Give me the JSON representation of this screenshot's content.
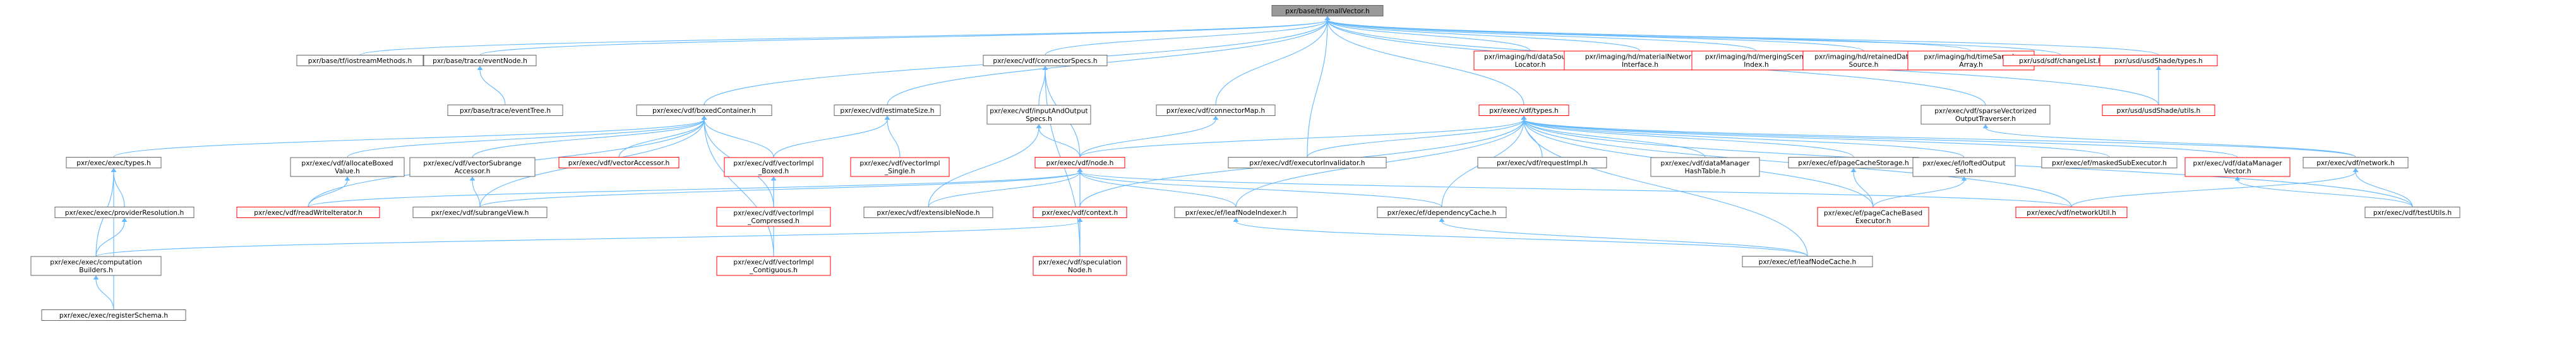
{
  "colors": {
    "edge": "#63b8ff",
    "focus_fill": "#999999",
    "focus_border": "#666666",
    "normal_fill": "#ffffff",
    "normal_border": "#666666",
    "external_border": "#ff0000"
  },
  "nodes": [
    {
      "id": "smallvector",
      "lines": [
        "pxr/base/tf/smallVector.h"
      ],
      "style": "focus"
    },
    {
      "id": "istream",
      "lines": [
        "pxr/base/tf/iostreamMethods.h"
      ],
      "style": "normal"
    },
    {
      "id": "eventnode",
      "lines": [
        "pxr/base/trace/eventNode.h"
      ],
      "style": "normal"
    },
    {
      "id": "eventtree",
      "lines": [
        "pxr/base/trace/eventTree.h"
      ],
      "style": "normal"
    },
    {
      "id": "connspecs",
      "lines": [
        "pxr/exec/vdf/connectorSpecs.h"
      ],
      "style": "normal"
    },
    {
      "id": "dslocator",
      "lines": [
        "pxr/imaging/hd/dataSource",
        "Locator.h"
      ],
      "style": "external"
    },
    {
      "id": "matnet",
      "lines": [
        "pxr/imaging/hd/materialNetwork",
        "Interface.h"
      ],
      "style": "external"
    },
    {
      "id": "mergscene",
      "lines": [
        "pxr/imaging/hd/mergingScene",
        "Index.h"
      ],
      "style": "external"
    },
    {
      "id": "retained",
      "lines": [
        "pxr/imaging/hd/retainedData",
        "Source.h"
      ],
      "style": "external"
    },
    {
      "id": "timesample",
      "lines": [
        "pxr/imaging/hd/timeSample",
        "Array.h"
      ],
      "style": "external"
    },
    {
      "id": "changelist",
      "lines": [
        "pxr/usd/sdf/changeList.h"
      ],
      "style": "external"
    },
    {
      "id": "usdshadetypes",
      "lines": [
        "pxr/usd/usdShade/types.h"
      ],
      "style": "external"
    },
    {
      "id": "boxedcont",
      "lines": [
        "pxr/exec/vdf/boxedContainer.h"
      ],
      "style": "normal"
    },
    {
      "id": "estsize",
      "lines": [
        "pxr/exec/vdf/estimateSize.h"
      ],
      "style": "normal"
    },
    {
      "id": "inoutspecs",
      "lines": [
        "pxr/exec/vdf/inputAndOutput",
        "Specs.h"
      ],
      "style": "normal"
    },
    {
      "id": "connmap",
      "lines": [
        "pxr/exec/vdf/connectorMap.h"
      ],
      "style": "normal"
    },
    {
      "id": "vdftypes",
      "lines": [
        "pxr/exec/vdf/types.h"
      ],
      "style": "external"
    },
    {
      "id": "sparsevec",
      "lines": [
        "pxr/exec/vdf/sparseVectorized",
        "OutputTraverser.h"
      ],
      "style": "normal"
    },
    {
      "id": "usdshadeutils",
      "lines": [
        "pxr/usd/usdShade/utils.h"
      ],
      "style": "external"
    },
    {
      "id": "exectypes",
      "lines": [
        "pxr/exec/exec/types.h"
      ],
      "style": "normal"
    },
    {
      "id": "allocboxed",
      "lines": [
        "pxr/exec/vdf/allocateBoxed",
        "Value.h"
      ],
      "style": "normal"
    },
    {
      "id": "vecsubrange",
      "lines": [
        "pxr/exec/vdf/vectorSubrange",
        "Accessor.h"
      ],
      "style": "normal"
    },
    {
      "id": "vecaccessor",
      "lines": [
        "pxr/exec/vdf/vectorAccessor.h"
      ],
      "style": "external"
    },
    {
      "id": "vecimplboxed",
      "lines": [
        "pxr/exec/vdf/vectorImpl",
        "_Boxed.h"
      ],
      "style": "external"
    },
    {
      "id": "vecimplsingle",
      "lines": [
        "pxr/exec/vdf/vectorImpl",
        "_Single.h"
      ],
      "style": "external"
    },
    {
      "id": "vdfnode",
      "lines": [
        "pxr/exec/vdf/node.h"
      ],
      "style": "external"
    },
    {
      "id": "execinval",
      "lines": [
        "pxr/exec/vdf/executorInvalidator.h"
      ],
      "style": "normal"
    },
    {
      "id": "reqimpl",
      "lines": [
        "pxr/exec/vdf/requestImpl.h"
      ],
      "style": "normal"
    },
    {
      "id": "dmhash",
      "lines": [
        "pxr/exec/vdf/dataManager",
        "HashTable.h"
      ],
      "style": "normal"
    },
    {
      "id": "pagecache",
      "lines": [
        "pxr/exec/ef/pageCacheStorage.h"
      ],
      "style": "normal"
    },
    {
      "id": "loftedout",
      "lines": [
        "pxr/exec/ef/loftedOutput",
        "Set.h"
      ],
      "style": "normal"
    },
    {
      "id": "maskedsub",
      "lines": [
        "pxr/exec/ef/maskedSubExecutor.h"
      ],
      "style": "normal"
    },
    {
      "id": "dmvector",
      "lines": [
        "pxr/exec/vdf/dataManager",
        "Vector.h"
      ],
      "style": "external"
    },
    {
      "id": "vdfnetwork",
      "lines": [
        "pxr/exec/vdf/network.h"
      ],
      "style": "normal"
    },
    {
      "id": "provres",
      "lines": [
        "pxr/exec/exec/providerResolution.h"
      ],
      "style": "normal"
    },
    {
      "id": "readwriteiter",
      "lines": [
        "pxr/exec/vdf/readWriteIterator.h"
      ],
      "style": "external"
    },
    {
      "id": "subrangeview",
      "lines": [
        "pxr/exec/vdf/subrangeView.h"
      ],
      "style": "normal"
    },
    {
      "id": "vecimplcomp",
      "lines": [
        "pxr/exec/vdf/vectorImpl",
        "_Compressed.h"
      ],
      "style": "external"
    },
    {
      "id": "extnode",
      "lines": [
        "pxr/exec/vdf/extensibleNode.h"
      ],
      "style": "normal"
    },
    {
      "id": "vdfcontext",
      "lines": [
        "pxr/exec/vdf/context.h"
      ],
      "style": "external"
    },
    {
      "id": "leafindexer",
      "lines": [
        "pxr/exec/ef/leafNodeIndexer.h"
      ],
      "style": "normal"
    },
    {
      "id": "depcache",
      "lines": [
        "pxr/exec/ef/dependencyCache.h"
      ],
      "style": "normal"
    },
    {
      "id": "pcbexec",
      "lines": [
        "pxr/exec/ef/pageCacheBased",
        "Executor.h"
      ],
      "style": "external"
    },
    {
      "id": "netutil",
      "lines": [
        "pxr/exec/vdf/networkUtil.h"
      ],
      "style": "external"
    },
    {
      "id": "testutils",
      "lines": [
        "pxr/exec/vdf/testUtils.h"
      ],
      "style": "normal"
    },
    {
      "id": "compbuild",
      "lines": [
        "pxr/exec/exec/computation",
        "Builders.h"
      ],
      "style": "normal"
    },
    {
      "id": "vecimplcont",
      "lines": [
        "pxr/exec/vdf/vectorImpl",
        "_Contiguous.h"
      ],
      "style": "external"
    },
    {
      "id": "specnode",
      "lines": [
        "pxr/exec/vdf/speculation",
        "Node.h"
      ],
      "style": "external"
    },
    {
      "id": "leafcache",
      "lines": [
        "pxr/exec/ef/leafNodeCache.h"
      ],
      "style": "normal"
    },
    {
      "id": "regschema",
      "lines": [
        "pxr/exec/exec/registerSchema.h"
      ],
      "style": "normal"
    }
  ],
  "edges": [
    [
      "istream",
      "smallvector"
    ],
    [
      "eventnode",
      "smallvector"
    ],
    [
      "eventtree",
      "eventnode"
    ],
    [
      "connspecs",
      "smallvector"
    ],
    [
      "dslocator",
      "smallvector"
    ],
    [
      "matnet",
      "smallvector"
    ],
    [
      "mergscene",
      "smallvector"
    ],
    [
      "retained",
      "smallvector"
    ],
    [
      "timesample",
      "smallvector"
    ],
    [
      "changelist",
      "smallvector"
    ],
    [
      "usdshadetypes",
      "smallvector"
    ],
    [
      "usdshadeutils",
      "usdshadetypes"
    ],
    [
      "usdshadeutils",
      "smallvector"
    ],
    [
      "boxedcont",
      "smallvector"
    ],
    [
      "estsize",
      "smallvector"
    ],
    [
      "vdftypes",
      "smallvector"
    ],
    [
      "sparsevec",
      "smallvector"
    ],
    [
      "execinval",
      "smallvector"
    ],
    [
      "connmap",
      "smallvector"
    ],
    [
      "inoutspecs",
      "connspecs"
    ],
    [
      "vdfnode",
      "connspecs"
    ],
    [
      "vdfnode",
      "inoutspecs"
    ],
    [
      "vdfnode",
      "connmap"
    ],
    [
      "vdfnode",
      "vdftypes"
    ],
    [
      "specnode",
      "connspecs"
    ],
    [
      "extnode",
      "inoutspecs"
    ],
    [
      "exectypes",
      "boxedcont"
    ],
    [
      "allocboxed",
      "boxedcont"
    ],
    [
      "vecsubrange",
      "boxedcont"
    ],
    [
      "vecaccessor",
      "boxedcont"
    ],
    [
      "vecimplboxed",
      "boxedcont"
    ],
    [
      "vecimplcomp",
      "boxedcont"
    ],
    [
      "vecimplcont",
      "boxedcont"
    ],
    [
      "readwriteiter",
      "boxedcont"
    ],
    [
      "subrangeview",
      "boxedcont"
    ],
    [
      "vecimplboxed",
      "estsize"
    ],
    [
      "vecimplsingle",
      "estsize"
    ],
    [
      "vecimplcomp",
      "vecimplboxed"
    ],
    [
      "vecimplcont",
      "vecimplboxed"
    ],
    [
      "readwriteiter",
      "allocboxed"
    ],
    [
      "subrangeview",
      "vecsubrange"
    ],
    [
      "provres",
      "exectypes"
    ],
    [
      "compbuild",
      "exectypes"
    ],
    [
      "regschema",
      "exectypes"
    ],
    [
      "compbuild",
      "provres"
    ],
    [
      "regschema",
      "compbuild"
    ],
    [
      "execinval",
      "vdftypes"
    ],
    [
      "reqimpl",
      "vdftypes"
    ],
    [
      "dmhash",
      "vdftypes"
    ],
    [
      "pagecache",
      "vdftypes"
    ],
    [
      "loftedout",
      "vdftypes"
    ],
    [
      "maskedsub",
      "vdftypes"
    ],
    [
      "dmvector",
      "vdftypes"
    ],
    [
      "vdfnetwork",
      "vdftypes"
    ],
    [
      "vdfcontext",
      "vdftypes"
    ],
    [
      "leafindexer",
      "vdftypes"
    ],
    [
      "depcache",
      "vdftypes"
    ],
    [
      "netutil",
      "vdftypes"
    ],
    [
      "pcbexec",
      "vdftypes"
    ],
    [
      "leafcache",
      "vdftypes"
    ],
    [
      "testutils",
      "vdftypes"
    ],
    [
      "extnode",
      "vdfnode"
    ],
    [
      "vdfcontext",
      "vdfnode"
    ],
    [
      "specnode",
      "vdfnode"
    ],
    [
      "depcache",
      "vdfnode"
    ],
    [
      "leafindexer",
      "vdfnode"
    ],
    [
      "netutil",
      "vdfnode"
    ],
    [
      "readwriteiter",
      "vdfnode"
    ],
    [
      "subrangeview",
      "vdfnode"
    ],
    [
      "specnode",
      "vdfcontext"
    ],
    [
      "compbuild",
      "vdfcontext"
    ],
    [
      "leafcache",
      "leafindexer"
    ],
    [
      "leafcache",
      "depcache"
    ],
    [
      "pcbexec",
      "pagecache"
    ],
    [
      "pcbexec",
      "loftedout"
    ],
    [
      "netutil",
      "vdfnetwork"
    ],
    [
      "testutils",
      "vdfnetwork"
    ],
    [
      "vdfnetwork",
      "sparsevec"
    ],
    [
      "testutils",
      "dmvector"
    ]
  ]
}
